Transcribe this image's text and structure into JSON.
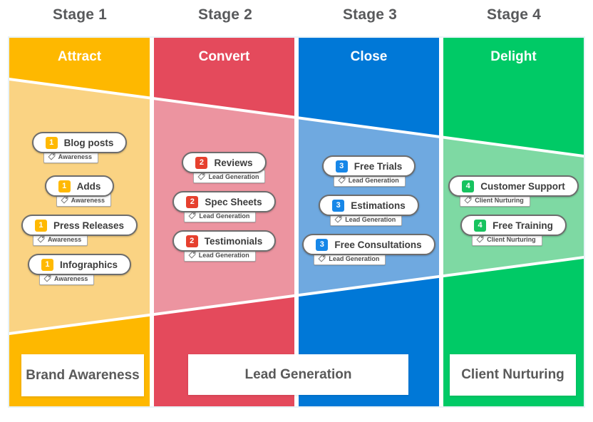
{
  "stages": [
    {
      "title": "Stage 1",
      "header": "Attract",
      "solid_color": "#feb800",
      "light_color": "#fad383",
      "badge_color": "#ffb902",
      "cards": [
        {
          "number": "1",
          "label": "Blog posts",
          "tag": "Awareness"
        },
        {
          "number": "1",
          "label": "Adds",
          "tag": "Awareness"
        },
        {
          "number": "1",
          "label": "Press Releases",
          "tag": "Awareness"
        },
        {
          "number": "1",
          "label": "Infographics",
          "tag": "Awareness"
        }
      ]
    },
    {
      "title": "Stage 2",
      "header": "Convert",
      "solid_color": "#e44a5c",
      "light_color": "#ec94a0",
      "badge_color": "#e6402e",
      "cards": [
        {
          "number": "2",
          "label": "Reviews",
          "tag": "Lead Generation"
        },
        {
          "number": "2",
          "label": "Spec Sheets",
          "tag": "Lead Generation"
        },
        {
          "number": "2",
          "label": "Testimonials",
          "tag": "Lead Generation"
        }
      ]
    },
    {
      "title": "Stage 3",
      "header": "Close",
      "solid_color": "#0078d7",
      "light_color": "#6fa9e0",
      "badge_color": "#1787e8",
      "cards": [
        {
          "number": "3",
          "label": "Free Trials",
          "tag": "Lead Generation"
        },
        {
          "number": "3",
          "label": "Estimations",
          "tag": "Lead Generation"
        },
        {
          "number": "3",
          "label": "Free Consultations",
          "tag": "Lead Generation"
        }
      ]
    },
    {
      "title": "Stage 4",
      "header": "Delight",
      "solid_color": "#00ca66",
      "light_color": "#7ed9a3",
      "badge_color": "#17c35f",
      "cards": [
        {
          "number": "4",
          "label": "Customer Support",
          "tag": "Client Nurturing"
        },
        {
          "number": "4",
          "label": "Free Training",
          "tag": "Client Nurturing"
        }
      ]
    }
  ],
  "bottom_labels": [
    {
      "text": "Brand Awareness"
    },
    {
      "text": "Lead Generation"
    },
    {
      "text": "Client Nurturing"
    }
  ]
}
